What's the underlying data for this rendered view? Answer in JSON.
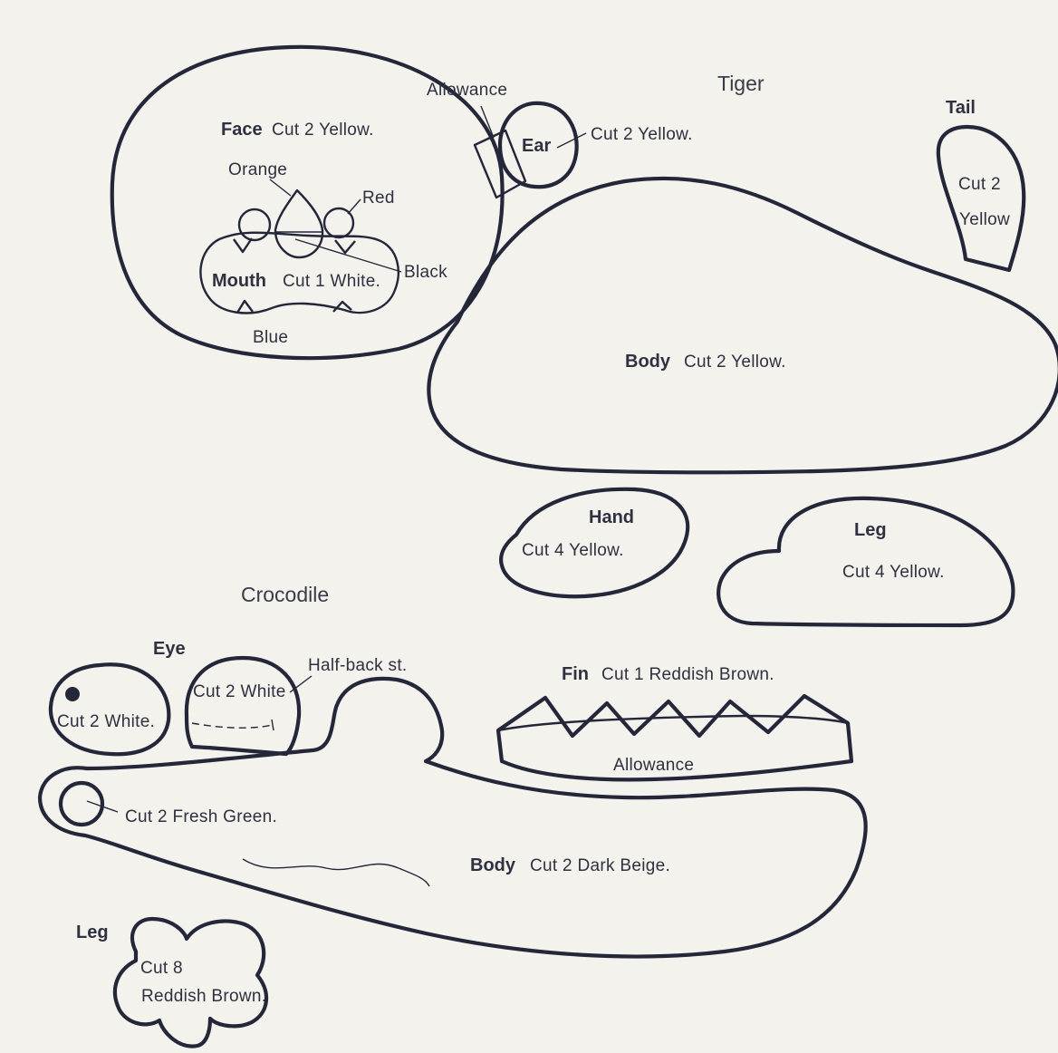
{
  "tiger": {
    "title": "Tiger",
    "face": {
      "name": "Face",
      "cut": "Cut 2 Yellow."
    },
    "face_parts": {
      "orange": "Orange",
      "red": "Red",
      "black": "Black",
      "blue": "Blue"
    },
    "mouth": {
      "name": "Mouth",
      "cut": "Cut 1 White."
    },
    "allowance": "Allowance",
    "ear": {
      "name": "Ear",
      "cut": "Cut 2 Yellow."
    },
    "tail": {
      "name": "Tail",
      "cut_line1": "Cut 2",
      "cut_line2": "Yellow"
    },
    "body": {
      "name": "Body",
      "cut": "Cut 2 Yellow."
    },
    "hand": {
      "name": "Hand",
      "cut": "Cut 4 Yellow."
    },
    "leg": {
      "name": "Leg",
      "cut": "Cut 4 Yellow."
    }
  },
  "crocodile": {
    "title": "Crocodile",
    "eye": {
      "name": "Eye",
      "cut_a": "Cut 2 White.",
      "cut_b": "Cut 2 White"
    },
    "half_back_stitch": "Half-back st.",
    "fin": {
      "name": "Fin",
      "cut": "Cut 1 Reddish Brown.",
      "allowance": "Allowance"
    },
    "eye_circle_cut": "Cut 2 Fresh Green.",
    "body": {
      "name": "Body",
      "cut": "Cut 2 Dark Beige."
    },
    "leg": {
      "name": "Leg",
      "cut_line1": "Cut 8",
      "cut_line2": "Reddish Brown."
    }
  }
}
